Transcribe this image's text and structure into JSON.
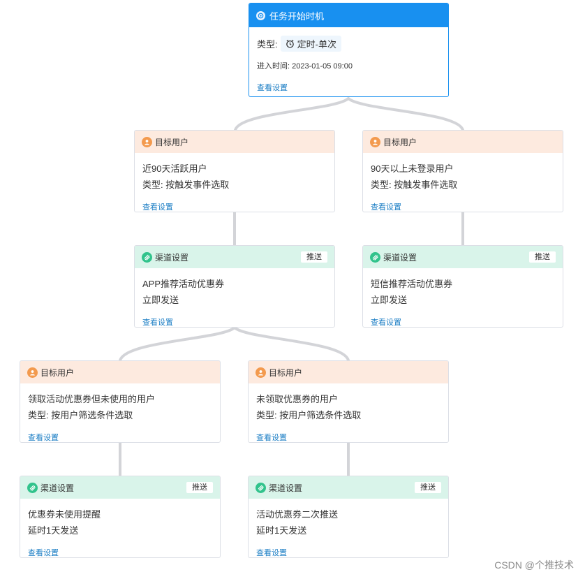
{
  "start": {
    "title": "任务开始时机",
    "type_label": "类型:",
    "type_value": "定时-单次",
    "enter_time": "进入时间: 2023-01-05 09:00",
    "link": "查看设置"
  },
  "nodes": {
    "t1": {
      "header": "目标用户",
      "line1": "近90天活跃用户",
      "line2": "类型: 按触发事件选取",
      "link": "查看设置"
    },
    "t2": {
      "header": "目标用户",
      "line1": "90天以上未登录用户",
      "line2": "类型: 按触发事件选取",
      "link": "查看设置"
    },
    "c1": {
      "header": "渠道设置",
      "badge": "推送",
      "line1": "APP推荐活动优惠券",
      "line2": "立即发送",
      "link": "查看设置"
    },
    "c2": {
      "header": "渠道设置",
      "badge": "推送",
      "line1": "短信推荐活动优惠券",
      "line2": "立即发送",
      "link": "查看设置"
    },
    "t3": {
      "header": "目标用户",
      "line1": "领取活动优惠券但未使用的用户",
      "line2": "类型: 按用户筛选条件选取",
      "link": "查看设置"
    },
    "t4": {
      "header": "目标用户",
      "line1": "未领取优惠券的用户",
      "line2": "类型: 按用户筛选条件选取",
      "link": "查看设置"
    },
    "c3": {
      "header": "渠道设置",
      "badge": "推送",
      "line1": "优惠券未使用提醒",
      "line2": "延时1天发送",
      "link": "查看设置"
    },
    "c4": {
      "header": "渠道设置",
      "badge": "推送",
      "line1": "活动优惠券二次推送",
      "line2": "延时1天发送",
      "link": "查看设置"
    }
  },
  "colors": {
    "start_header": "#1890f0",
    "target_header": "#fdeadf",
    "channel_header": "#d9f4ea",
    "user_icon": "#f39a4e",
    "channel_icon": "#31c38c",
    "link": "#1a7dc4",
    "connector": "#d3d4d8"
  },
  "icons": {
    "start": "target-icon",
    "type": "alarm-clock-icon",
    "target": "user-icon",
    "channel": "channel-icon"
  },
  "watermark": "CSDN @个推技术"
}
